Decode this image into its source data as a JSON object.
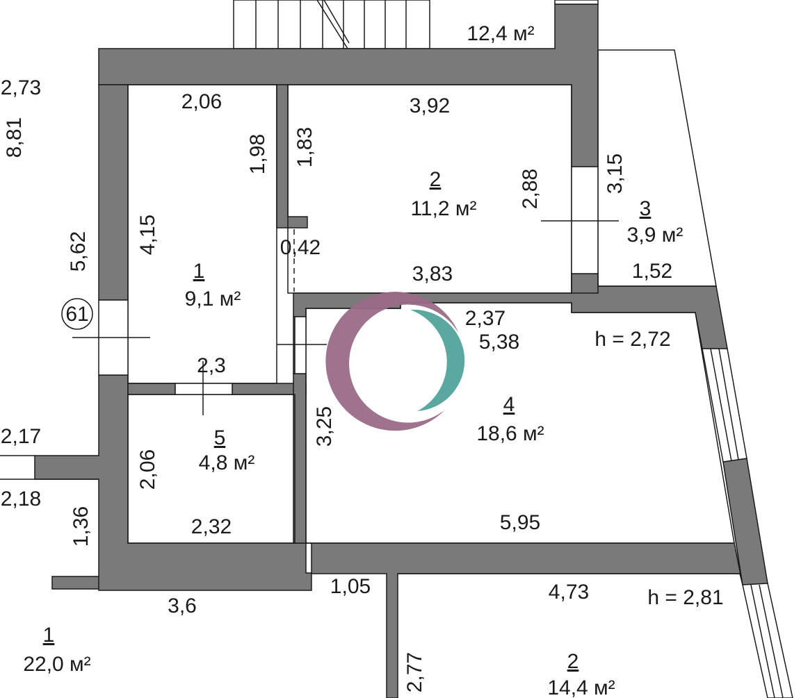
{
  "colors": {
    "wall": "#7a7a7a",
    "line": "#1a1a1a",
    "background": "#ffffff",
    "logo_outer": "#9a6a88",
    "logo_inner": "#5aa8a0"
  },
  "icons": {
    "logo": "watermark-logo-icon"
  },
  "rooms": [
    {
      "id": "room-1",
      "number": "1",
      "area": "9,1 м²"
    },
    {
      "id": "room-2",
      "number": "2",
      "area": "11,2 м²"
    },
    {
      "id": "room-3",
      "number": "3",
      "area": "3,9 м²"
    },
    {
      "id": "room-4",
      "number": "4",
      "area": "18,6 м²"
    },
    {
      "id": "room-5",
      "number": "5",
      "area": "4,8 м²"
    },
    {
      "id": "neighbor-1",
      "number": "1",
      "area": "22,0 м²"
    },
    {
      "id": "neighbor-2",
      "number": "2",
      "area": "14,4 м²"
    }
  ],
  "top_area": "12,4 м²",
  "apartment_marker": "61",
  "heights": {
    "main": "h = 2,72",
    "lower": "h = 2,81"
  },
  "dimensions": {
    "d2_73": "2,73",
    "d8_81": "8,81",
    "d2_06_top": "2,06",
    "d1_98": "1,98",
    "d1_83": "1,83",
    "d3_92": "3,92",
    "d2_88": "2,88",
    "d3_15": "3,15",
    "d4_15": "4,15",
    "d5_62": "5,62",
    "d0_42": "0,42",
    "d3_83": "3,83",
    "d1_52": "1,52",
    "d2_37": "2,37",
    "d5_38": "5,38",
    "d2_3": "2,3",
    "d2_17": "2,17",
    "d2_06_left": "2,06",
    "d3_25": "3,25",
    "d2_18": "2,18",
    "d1_36": "1,36",
    "d2_32": "2,32",
    "d5_95": "5,95",
    "d1_05": "1,05",
    "d3_6": "3,6",
    "d4_73": "4,73",
    "d2_77": "2,77"
  }
}
